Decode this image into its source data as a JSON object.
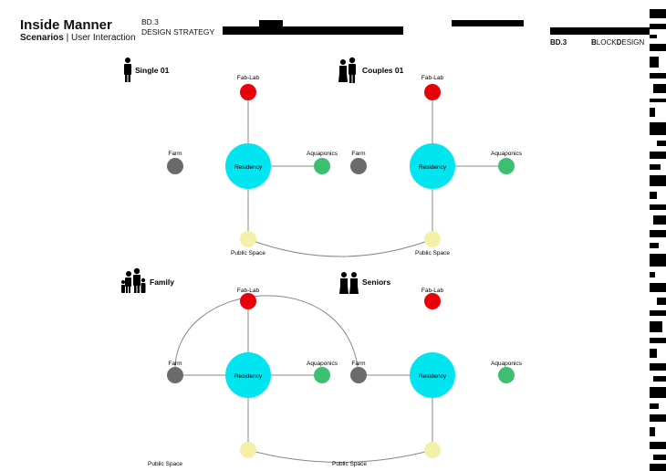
{
  "header": {
    "title": "Inside Manner",
    "subtitle_bold": "Scenarios",
    "subtitle_sep": " | ",
    "subtitle_rest": "User Interaction",
    "code": "BD.3",
    "section": "DESIGN STRATEGY",
    "brand_code": "BD.3",
    "brand_b1": "B",
    "brand_r1": "LOCK",
    "brand_b2": "D",
    "brand_r2": "ESIGN"
  },
  "colors": {
    "residency": "#00e5f0",
    "fablab": "#e8000b",
    "aquaponics": "#3dbf72",
    "farm": "#6b6b6b",
    "public": "#f4f0a8"
  },
  "scenarios": [
    {
      "name": "Single 01",
      "icon": "single-person-icon",
      "labels": {
        "fablab": "Fab-Lab",
        "farm": "Farm",
        "residency": "Residency",
        "aquaponics": "Aquaponics",
        "public": "Public Space"
      }
    },
    {
      "name": "Couples 01",
      "icon": "couple-icon",
      "labels": {
        "fablab": "Fab-Lab",
        "farm": "Farm",
        "residency": "Residency",
        "aquaponics": "Aquaponics",
        "public": "Public Space"
      }
    },
    {
      "name": "Family",
      "icon": "family-icon",
      "labels": {
        "fablab": "Fab-Lab",
        "farm": "Farm",
        "residency": "Residency",
        "aquaponics": "Aquaponics",
        "public": "Public Space"
      }
    },
    {
      "name": "Seniors",
      "icon": "seniors-icon",
      "labels": {
        "fablab": "Fab-Lab",
        "farm": "Farm",
        "residency": "Residency",
        "aquaponics": "Aquaponics",
        "public": "Public Space"
      }
    }
  ]
}
